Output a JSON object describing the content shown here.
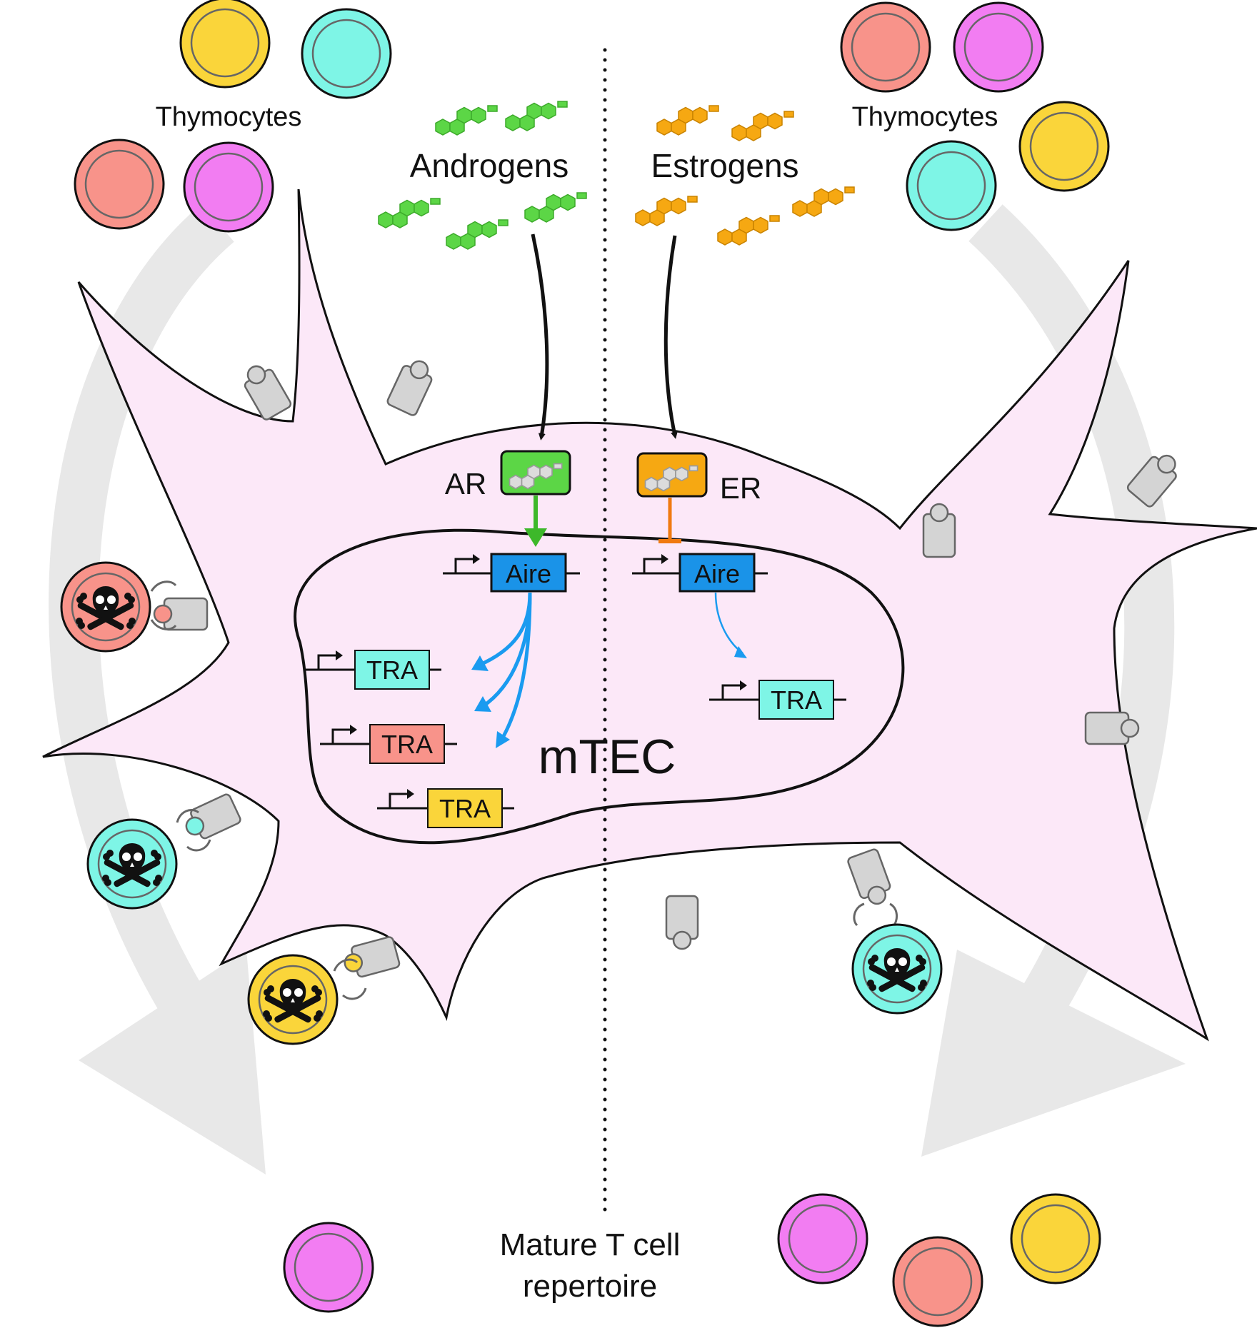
{
  "labels": {
    "thymocytes_left": "Thymocytes",
    "thymocytes_right": "Thymocytes",
    "androgens": "Androgens",
    "estrogens": "Estrogens",
    "ar": "AR",
    "er": "ER",
    "aire_left": "Aire",
    "aire_right": "Aire",
    "tra_1": "TRA",
    "tra_2": "TRA",
    "tra_3": "TRA",
    "tra_4": "TRA",
    "mtec": "mTEC",
    "mature_line1": "Mature T cell",
    "mature_line2": "repertoire"
  },
  "colors": {
    "thymocyte_yellow": "#FAD53A",
    "thymocyte_cyan": "#7EF5E6",
    "thymocyte_salmon": "#F8938A",
    "thymocyte_magenta": "#F27DF2",
    "mtec_fill": "#FCE8F8",
    "androgen_green": "#5CD646",
    "estrogen_orange": "#F6A812",
    "aire_blue": "#1A93E8",
    "arrow_grey": "#E6E6E6",
    "receptor_grey": "#D4D4D4"
  },
  "icons": {
    "dead_cell": "skull-and-crossbones-icon",
    "hormone": "hexagon-molecule-icon",
    "promoter": "promoter-arrow-icon"
  }
}
